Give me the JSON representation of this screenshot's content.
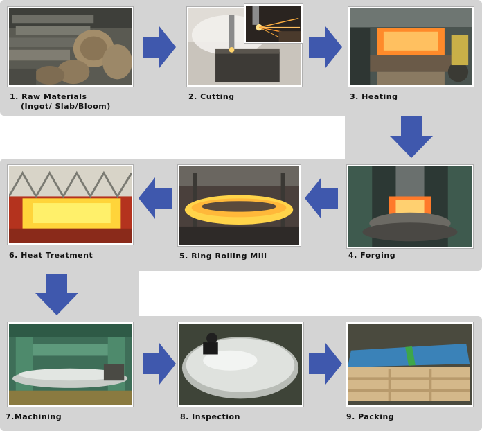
{
  "colors": {
    "band": "#d4d4d4",
    "arrow": "#3f58ad"
  },
  "steps": [
    {
      "label": "1. Raw Materials",
      "sublabel": "(Ingot/ Slab/Bloom)"
    },
    {
      "label": "2. Cutting"
    },
    {
      "label": "3. Heating"
    },
    {
      "label": "4. Forging"
    },
    {
      "label": "5. Ring Rolling Mill"
    },
    {
      "label": "6. Heat Treatment"
    },
    {
      "label": "7.Machining"
    },
    {
      "label": "8. Inspection"
    },
    {
      "label": "9. Packing"
    }
  ],
  "arrows": [
    {
      "from": 1,
      "to": 2,
      "direction": "right"
    },
    {
      "from": 2,
      "to": 3,
      "direction": "right"
    },
    {
      "from": 3,
      "to": 4,
      "direction": "down"
    },
    {
      "from": 4,
      "to": 5,
      "direction": "left"
    },
    {
      "from": 5,
      "to": 6,
      "direction": "left"
    },
    {
      "from": 6,
      "to": 7,
      "direction": "down"
    },
    {
      "from": 7,
      "to": 8,
      "direction": "right"
    },
    {
      "from": 8,
      "to": 9,
      "direction": "right"
    }
  ]
}
